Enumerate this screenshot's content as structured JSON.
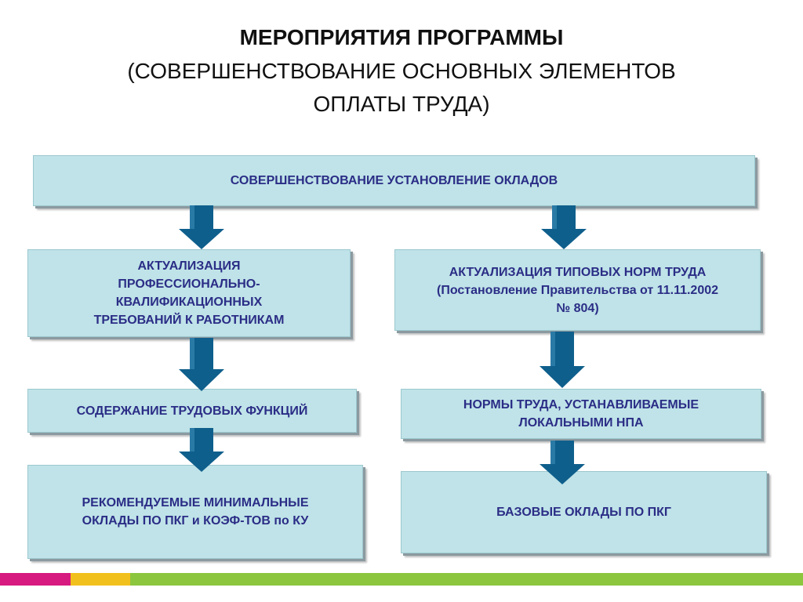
{
  "title": {
    "line1": "МЕРОПРИЯТИЯ ПРОГРАММЫ",
    "line2": "(СОВЕРШЕНСТВОВАНИЕ ОСНОВНЫХ ЭЛЕМЕНТОВ",
    "line3": "ОПЛАТЫ ТРУДА)"
  },
  "diagram": {
    "top": "СОВЕРШЕНСТВОВАНИЕ УСТАНОВЛЕНИЕ ОКЛАДОВ",
    "left": {
      "box1": [
        "АКТУАЛИЗАЦИЯ",
        "ПРОФЕССИОНАЛЬНО-",
        "КВАЛИФИКАЦИОННЫХ",
        "ТРЕБОВАНИЙ К РАБОТНИКАМ"
      ],
      "box2": "СОДЕРЖАНИЕ ТРУДОВЫХ ФУНКЦИЙ",
      "box3": [
        "РЕКОМЕНДУЕМЫЕ МИНИМАЛЬНЫЕ",
        "ОКЛАДЫ ПО ПКГ и КОЭФ-ТОВ по КУ"
      ]
    },
    "right": {
      "box1": [
        "АКТУАЛИЗАЦИЯ ТИПОВЫХ НОРМ ТРУДА",
        "(Постановление Правительства от 11.11.2002",
        "№ 804)"
      ],
      "box2": [
        "НОРМЫ ТРУДА, УСТАНАВЛИВАЕМЫЕ",
        "ЛОКАЛЬНЫМИ НПА"
      ],
      "box3": "БАЗОВЫЕ ОКЛАДЫ ПО ПКГ"
    }
  },
  "colors": {
    "box_fill": "#bfe3e8",
    "box_text": "#2b2d86",
    "arrow": "#0f5f8c",
    "stripe_magenta": "#d61a7f",
    "stripe_yellow": "#f2c01c",
    "stripe_green": "#8cc63f"
  }
}
